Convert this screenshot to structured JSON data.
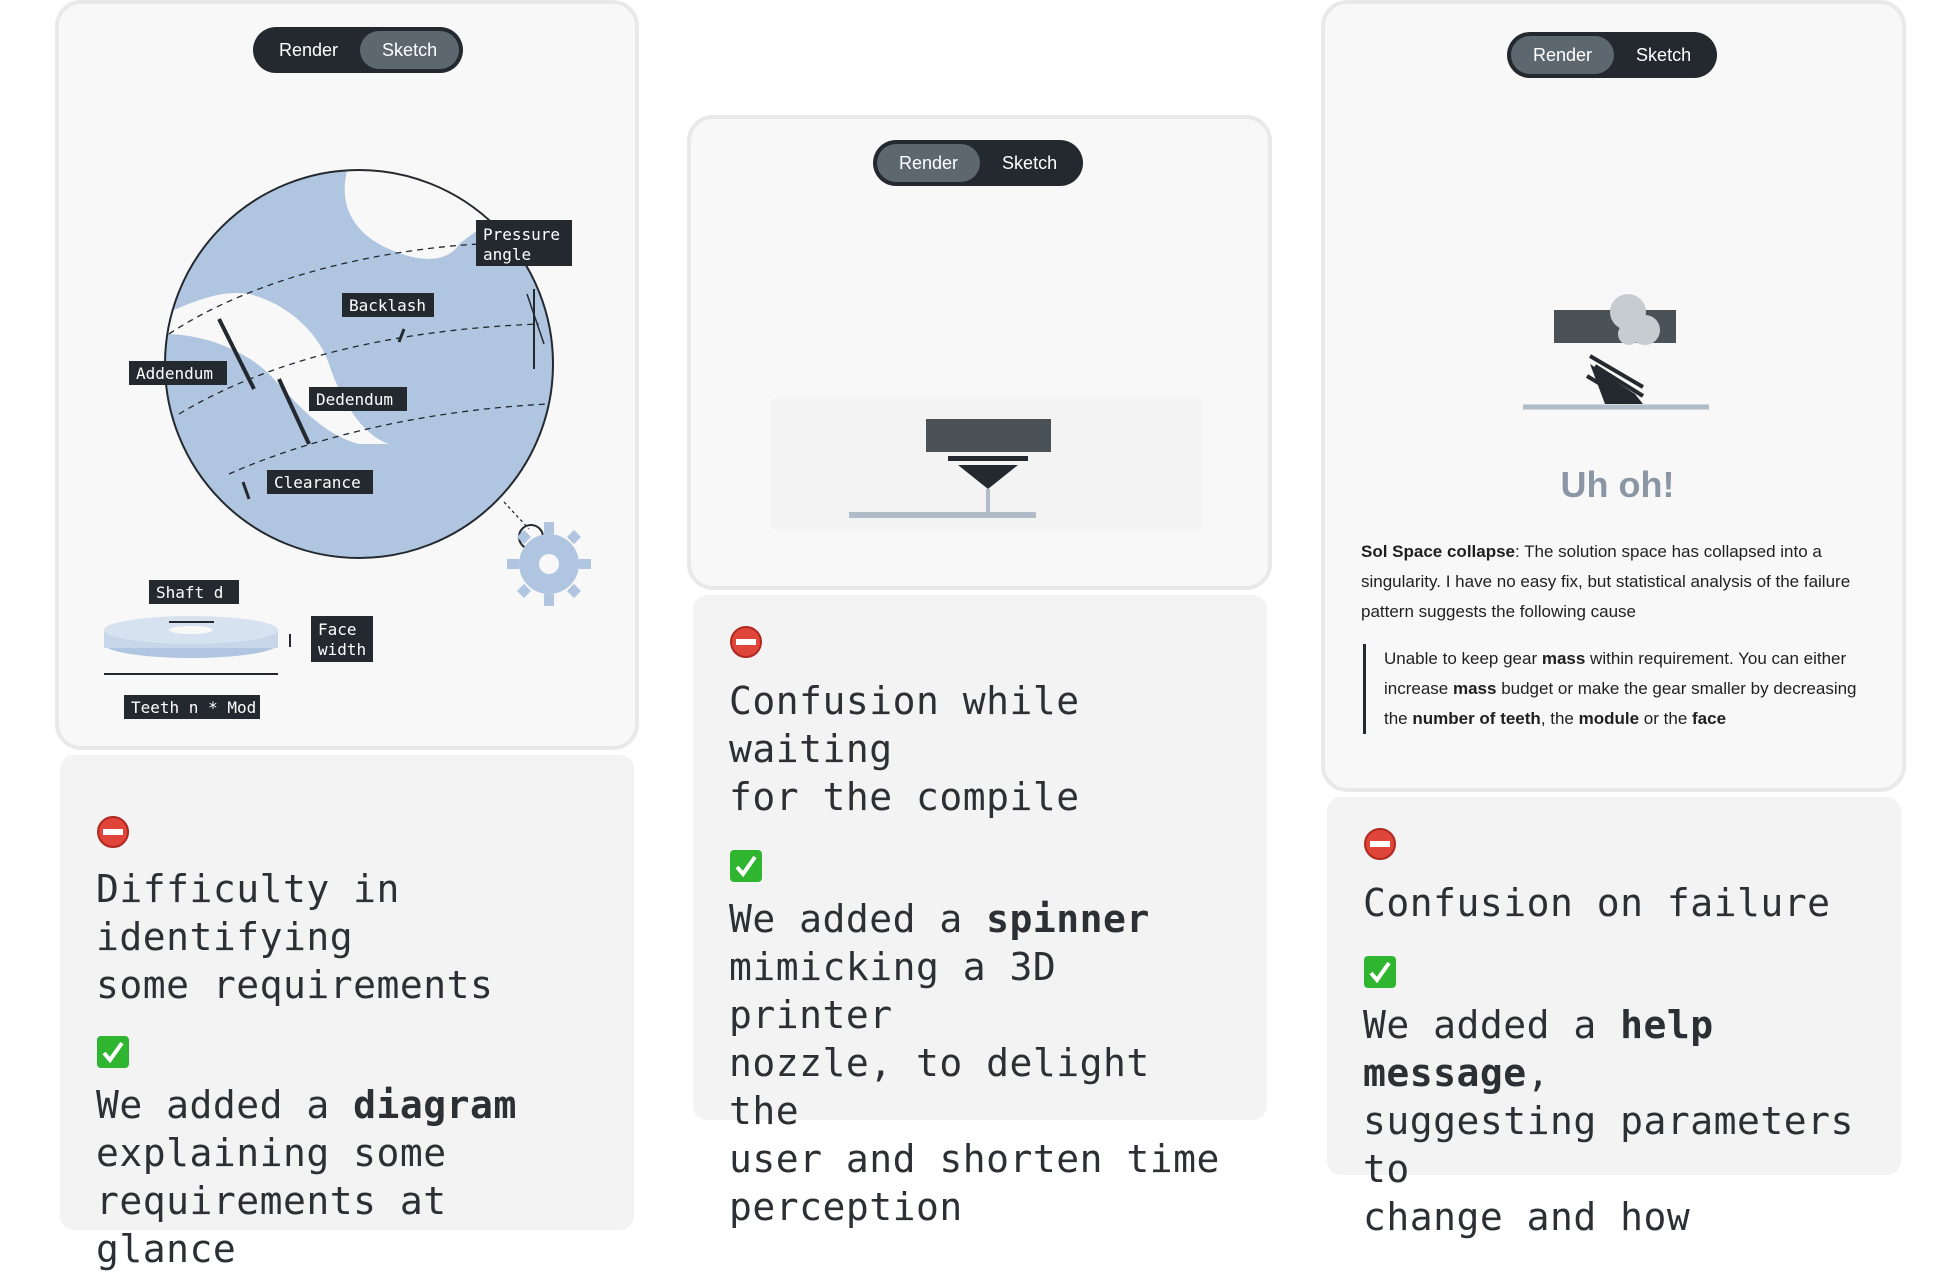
{
  "panels": [
    {
      "toggle": {
        "render_label": "Render",
        "sketch_label": "Sketch",
        "active": "Sketch"
      },
      "diagram": {
        "labels": {
          "pressure_angle_1": "Pressure",
          "pressure_angle_2": "angle",
          "backlash": "Backlash",
          "addendum": "Addendum",
          "dedendum": "Dedendum",
          "clearance": "Clearance",
          "shaft_d": "Shaft d",
          "face_width_1": "Face",
          "face_width_2": "width",
          "teeth_mod": "Teeth n * Mod"
        }
      },
      "note": {
        "problem_icon": "no-entry-icon",
        "problem": "Difficulty in\nidentifying\nsome requirements",
        "solution_icon": "check-mark-icon",
        "solution_pre": "We added a ",
        "solution_bold": "diagram",
        "solution_post": "\nexplaining some\nrequirements at glance"
      }
    },
    {
      "toggle": {
        "render_label": "Render",
        "sketch_label": "Sketch",
        "active": "Render"
      },
      "spinner_icon": "3d-printer-nozzle-icon",
      "note": {
        "problem_icon": "no-entry-icon",
        "problem": "Confusion while waiting\nfor the compile",
        "solution_icon": "check-mark-icon",
        "solution_pre": "We added a ",
        "solution_bold": "spinner",
        "solution_post": "\nmimicking a 3D printer\nnozzle, to delight the\nuser and shorten time\nperception"
      }
    },
    {
      "toggle": {
        "render_label": "Render",
        "sketch_label": "Sketch",
        "active": "Render"
      },
      "error_icon": "broken-nozzle-icon",
      "error_title": "Uh oh!",
      "error_lead_bold": "Sol Space collapse",
      "error_lead": ": The solution space has collapsed into a singularity. I have no easy fix, but statistical analysis of the failure pattern suggests the following cause",
      "quote": {
        "t1": "Unable to keep gear ",
        "b1": "mass",
        "t2": " within requirement. You can either increase ",
        "b2": "mass",
        "t3": " budget or make the gear smaller by decreasing the ",
        "b3": "number of teeth",
        "t4": ", the ",
        "b4": "module",
        "t5": " or the ",
        "b5": "face"
      },
      "note": {
        "problem_icon": "no-entry-icon",
        "problem": "Confusion on failure",
        "solution_icon": "check-mark-icon",
        "solution_pre": "We added a ",
        "solution_bold": "help message",
        "solution_post": ",\nsuggesting parameters to\nchange and how"
      }
    }
  ],
  "colors": {
    "gear_fill": "#b0c6e0",
    "dark": "#23292f",
    "accent_toggle": "#5d6770",
    "error_title": "#8b96a4",
    "check_green": "#2fb52f",
    "no_entry_red": "#e0453a"
  }
}
